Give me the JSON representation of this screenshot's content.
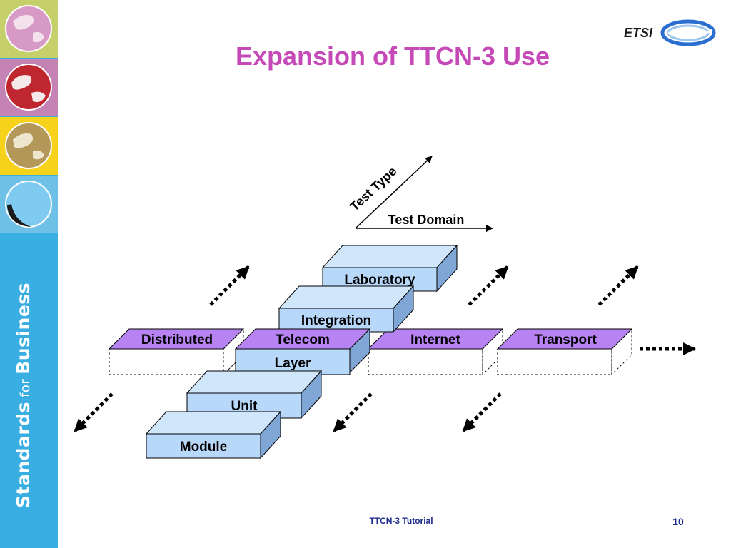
{
  "sidebar": {
    "tagline_word1": "Standards",
    "tagline_word2": "for",
    "tagline_word3": "Business"
  },
  "header": {
    "title": "Expansion of TTCN-3 Use",
    "logo_text": "ETSI"
  },
  "diagram": {
    "axes": {
      "test_type_label": "Test Type",
      "test_domain_label": "Test Domain"
    },
    "test_types": [
      "Laboratory",
      "Integration",
      "Layer",
      "Unit",
      "Module"
    ],
    "test_domains": [
      "Distributed",
      "Telecom",
      "Internet",
      "Transport"
    ],
    "colors": {
      "box_front": "#b7d8f8",
      "box_top": "#cfe6fb",
      "box_side": "#7fa6d4",
      "domain_fill": "#b783f2",
      "title": "#c54ab7"
    }
  },
  "footer": {
    "text": "TTCN-3 Tutorial",
    "page_number": "10"
  }
}
